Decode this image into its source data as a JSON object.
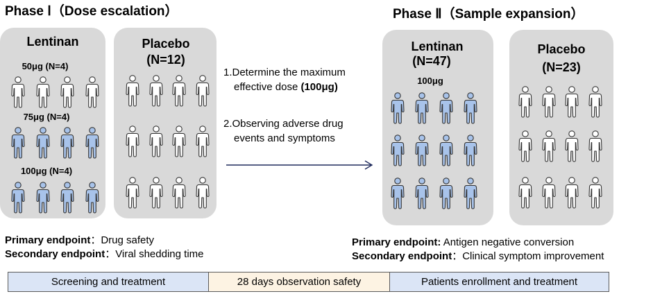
{
  "phase1": {
    "title": "Phase Ⅰ（Dose escalation）",
    "lentinan": {
      "title": "Lentinan",
      "doses": [
        {
          "label": "50μg (N=4)",
          "count": 4,
          "filled": false
        },
        {
          "label": "75μg (N=4)",
          "count": 4,
          "filled": true
        },
        {
          "label": "100μg (N=4)",
          "count": 4,
          "filled": true
        }
      ]
    },
    "placebo": {
      "title": "Placebo",
      "n": "(N=12)",
      "rows": 3,
      "per_row": 4
    },
    "primary_label": "Primary endpoint",
    "primary_value": "：Drug safety",
    "secondary_label": "Secondary endpoint",
    "secondary_value": "：Viral shedding time"
  },
  "middle": {
    "line1": "1.Determine the maximum",
    "line2_text": "effective dose  ",
    "line2_bold": "(100μg)",
    "line3": "2.Observing  adverse drug",
    "line4": "events and symptoms"
  },
  "phase2": {
    "title": "Phase Ⅱ（Sample expansion）",
    "lentinan": {
      "title": "Lentinan",
      "n": "(N=47)",
      "dose": "100μg",
      "rows": 3,
      "per_row": 4,
      "filled": true
    },
    "placebo": {
      "title": "Placebo",
      "n": "(N=23)",
      "rows": 3,
      "per_row": 4,
      "filled": false
    },
    "primary_label": "Primary endpoint:",
    "primary_value": " Antigen negative conversion",
    "secondary_label": "Secondary endpoint",
    "secondary_value": "：Clinical symptom improvement"
  },
  "timeline": [
    {
      "label": "Screening and treatment",
      "color": "#dbe5f6"
    },
    {
      "label": "28 days observation safety",
      "color": "#fdf3e3"
    },
    {
      "label": "Patients enrollment and treatment",
      "color": "#dbe5f6"
    }
  ],
  "colors": {
    "panel": "#d9d9d9",
    "person_filled": "#a8c3ea",
    "person_empty": "#ffffff",
    "outline": "#333333",
    "arrow": "#1f2a5c"
  },
  "icons": {
    "person": "person-icon",
    "arrow": "arrow-right-icon"
  }
}
